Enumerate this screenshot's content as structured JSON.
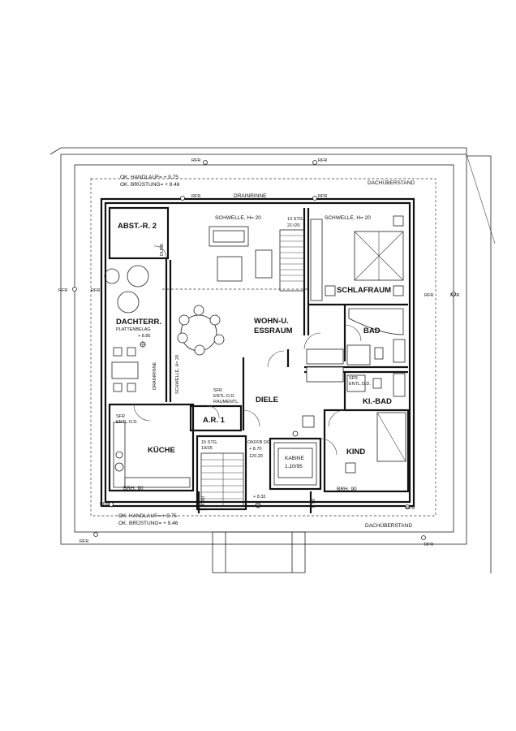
{
  "rooms": {
    "abst": "ABST.-R. 2",
    "dachterr": "DACHTERR.",
    "plattenbelag": "PLATTENBELAG",
    "wohn1": "WOHN-U.",
    "wohn2": "ESSRAUM",
    "schlaf": "SCHLAFRAUM",
    "bad": "BAD",
    "kibad": "KI.-BAD",
    "diele": "DIELE",
    "kueche": "KÜCHE",
    "ar1": "A.R. 1",
    "kind": "KIND",
    "kabine1": "KABINE",
    "kabine2": "1.10/95"
  },
  "labels": {
    "handlauf_top": "OK. HANDLAUF= + 9.75",
    "bruestung_top": "OK. BRÜSTUNG= + 9.46",
    "handlauf_bottom": "OK. HANDLAUF= + 9.75",
    "bruestung_bottom": "OK. BRÜSTUNG= + 9.46",
    "dachueberstand_top": "DACHÜBERSTAND",
    "dachueberstand_bottom": "DACHÜBERSTAND",
    "drainrinne_top": "DRAINRINNE",
    "drainrinne_side": "DRAINRINNE",
    "schwelle_left": "SCHWELLE, H= 20",
    "schwelle_right": "SCHWELLE, H= 20",
    "schwelle_vert": "SCHWELLE, H= 20",
    "stg13": "13 STG.",
    "stg13b": "21¹/20",
    "stg15": "15 STG.",
    "stg15b": "19/26",
    "okffb1": "OKFFB DG",
    "okffb2": "+ 8.70",
    "okffb3": "120.20",
    "level_terr": "+ 8.85",
    "level_stair": "+ 8.32",
    "sfr1": "SFR",
    "sfr1b": "ENTL.O.D.",
    "sfr1c": "RAUMENTL.",
    "sfr_kueche": "SFR",
    "sfr_kueche_b": "ENTL.O.D.",
    "sfr_bad": "SFR",
    "sfr_bad_b": "ENTL.O.D.",
    "brh_kueche": "BRH. 90",
    "brh_kind": "BRH. 90",
    "f90_left": "F 90",
    "f90_right": "F 90",
    "dunk": "DUNK",
    "rfr": "RFR"
  }
}
